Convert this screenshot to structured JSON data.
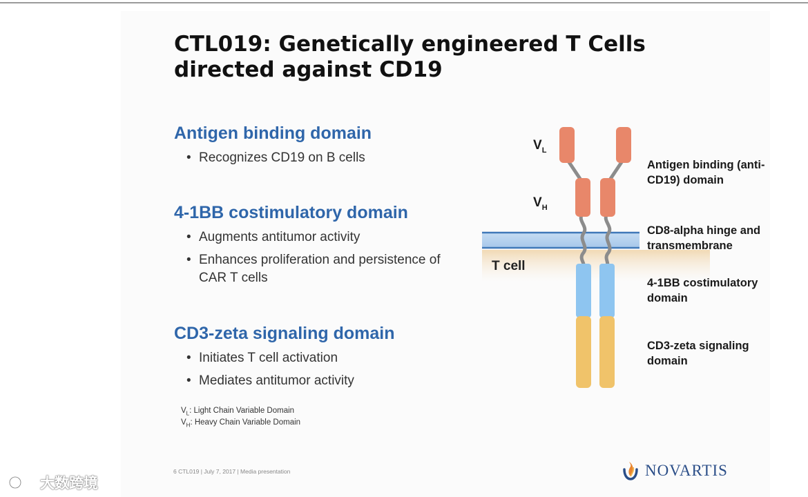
{
  "title": "CTL019: Genetically engineered T Cells directed against CD19",
  "sections": [
    {
      "heading": "Antigen binding domain",
      "bullets": [
        "Recognizes CD19 on B cells"
      ]
    },
    {
      "heading": "4-1BB costimulatory domain",
      "bullets": [
        "Augments antitumor activity",
        "Enhances proliferation and persistence of CAR T cells"
      ]
    },
    {
      "heading": "CD3-zeta signaling domain",
      "bullets": [
        "Initiates T cell activation",
        "Mediates antitumor activity"
      ]
    }
  ],
  "notes": {
    "vl_main": "V",
    "vl_sub": "L",
    "vl_text": ": Light Chain Variable Domain",
    "vh_main": "V",
    "vh_sub": "H",
    "vh_text": ":  Heavy Chain Variable Domain"
  },
  "diagram": {
    "vl_main": "V",
    "vl_sub": "L",
    "vh_main": "V",
    "vh_sub": "H",
    "t_cell": "T cell",
    "labels": {
      "antigen": "Antigen binding (anti-CD19) domain",
      "hinge": "CD8-alpha hinge and transmembrane",
      "costim": "4-1BB costimulatory domain",
      "cd3": "CD3-zeta signaling domain"
    },
    "colors": {
      "antigen": "#e8876a",
      "hinge": "#8c8c8c",
      "costim": "#8ec5f0",
      "cd3": "#f0c36a",
      "membrane": "#4a86c8",
      "cell": "#f4e3c7"
    }
  },
  "footer": "6     CTL019 | July 7, 2017 | Media presentation",
  "brand": "NOVARTIS",
  "watermark": "大数跨境"
}
